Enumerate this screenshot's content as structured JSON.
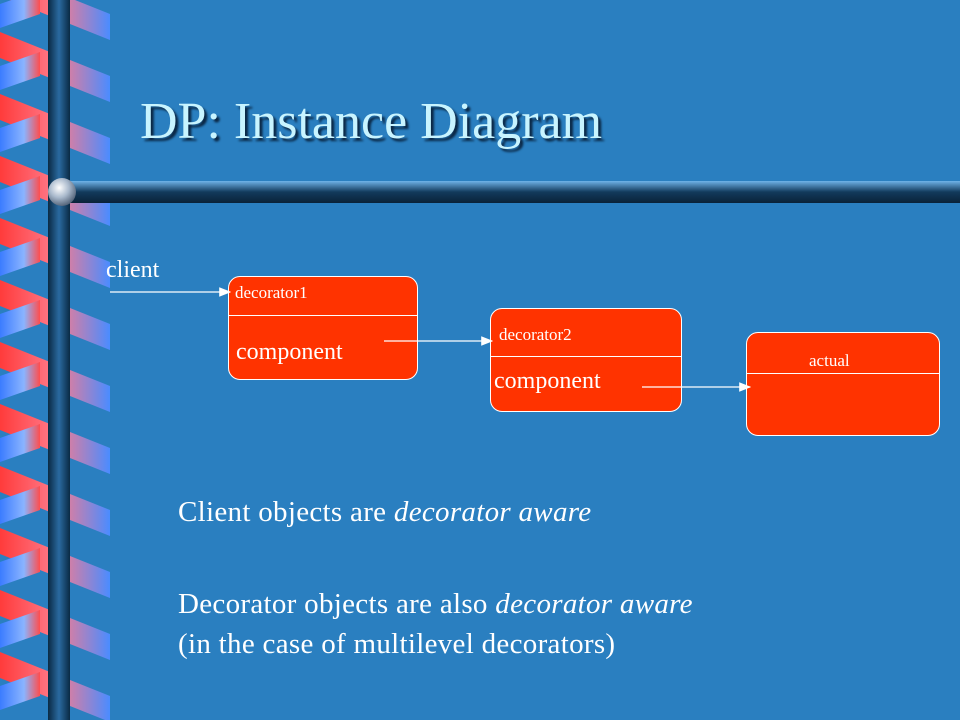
{
  "slide": {
    "title": "DP: Instance Diagram",
    "client_label": "client",
    "objects": [
      {
        "name": "decorator1",
        "field": "component"
      },
      {
        "name": "decorator2",
        "field": "component"
      },
      {
        "name": "actual"
      }
    ],
    "notes": [
      {
        "prefix": "Client objects are ",
        "emphasis": "decorator aware",
        "suffix": ""
      },
      {
        "prefix": "Decorator objects are also ",
        "emphasis": "decorator aware",
        "suffix": ""
      },
      {
        "prefix": "(in the case of multilevel decorators)",
        "emphasis": "",
        "suffix": ""
      }
    ]
  },
  "colors": {
    "background": "#2a7fc0",
    "object_fill": "#ff3300",
    "title": "#c8f4ff",
    "text": "#ffffff"
  }
}
